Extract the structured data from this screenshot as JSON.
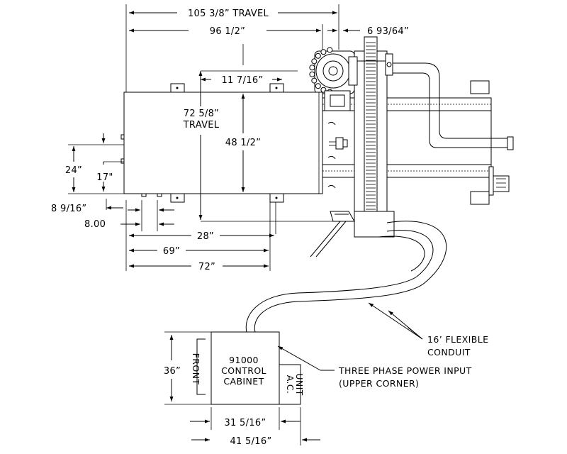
{
  "diagram": {
    "dimensions": {
      "travel_x": "105 3/8” TRAVEL",
      "width_96": "96 1/2”",
      "offset_6": "6 93/64”",
      "gap_11": "11 7/16”",
      "travel_y_value": "72 5/8”",
      "travel_y_word": "TRAVEL",
      "height_48": "48 1/2”",
      "height_24": "24”",
      "height_17": "17\"",
      "offset_8_9_16": "8 9/16”",
      "offset_8_00": "8.00",
      "width_28": "28”",
      "width_69": "69”",
      "width_72": "72”",
      "height_36": "36”",
      "width_31": "31 5/16”",
      "width_41": "41 5/16”"
    },
    "cabinet": {
      "line1": "91000",
      "line2": "CONTROL",
      "line3": "CABINET"
    },
    "ac_unit": {
      "line1": "A.C.",
      "line2": "UNIT"
    },
    "front_label": "FRONT",
    "conduit_label": {
      "line1": "16’ FLEXIBLE",
      "line2": "CONDUIT"
    },
    "power_label": {
      "line1": "THREE PHASE POWER INPUT",
      "line2": "(UPPER CORNER)"
    }
  }
}
